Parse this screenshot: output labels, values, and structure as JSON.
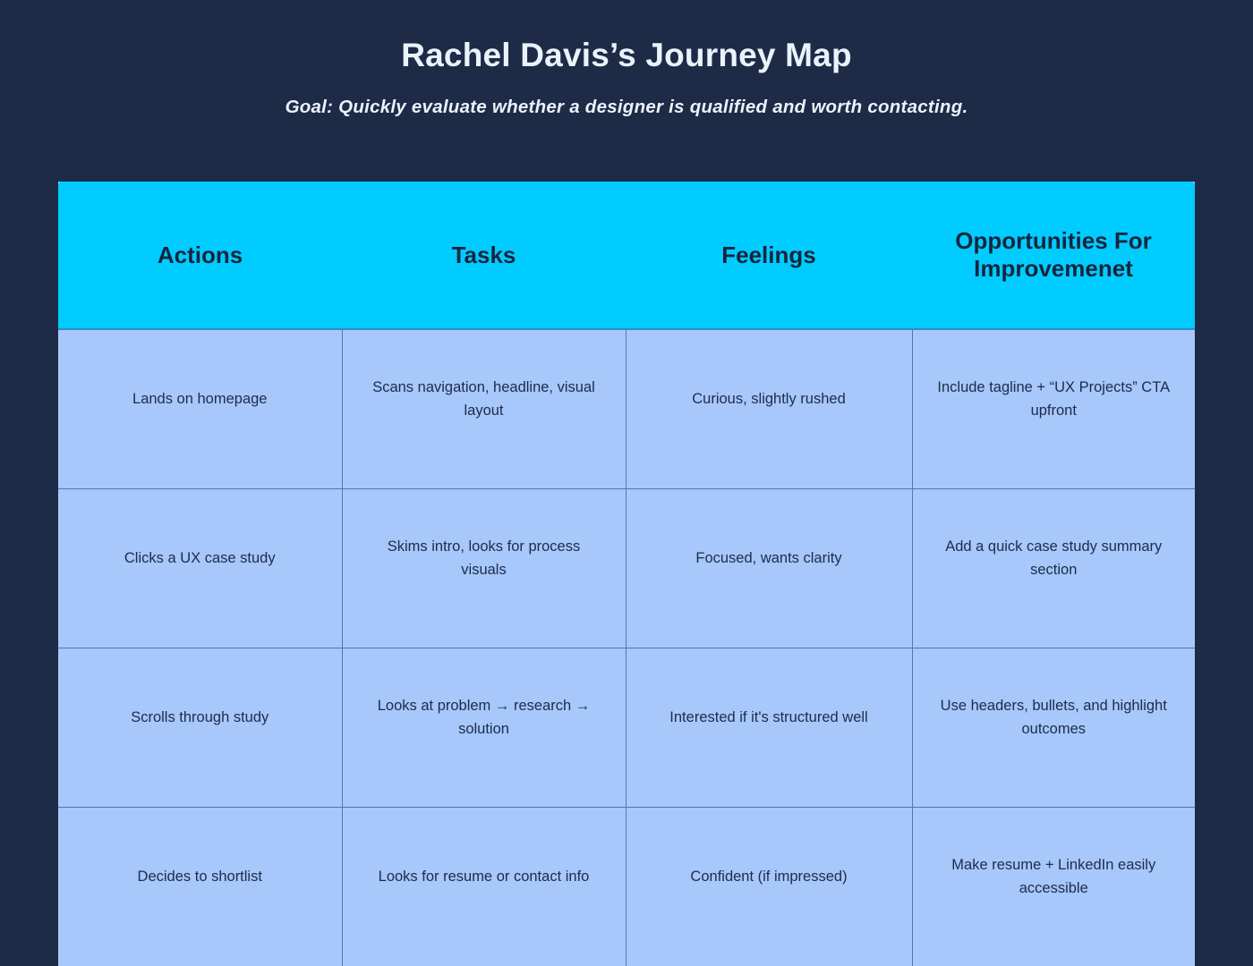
{
  "header": {
    "title": "Rachel Davis’s Journey Map",
    "subtitle": "Goal: Quickly evaluate whether a designer is qualified and worth contacting."
  },
  "colors": {
    "background": "#1d2b47",
    "header_row": "#00ccff",
    "body_cell": "#a8c7fa",
    "grid_line": "#4a7ab5",
    "title_text": "#eaf2fb",
    "cell_text": "#1c2c4c"
  },
  "table": {
    "columns": [
      "Actions",
      "Tasks",
      "Feelings",
      "Opportunities For Improvemenet"
    ],
    "rows": [
      {
        "actions": "Lands on homepage",
        "tasks": "Scans navigation, headline, visual layout",
        "feelings": "Curious, slightly rushed",
        "opportunities": "Include tagline + “UX Projects” CTA upfront"
      },
      {
        "actions": "Clicks a UX case study",
        "tasks": "Skims intro, looks for process visuals",
        "feelings": "Focused, wants clarity",
        "opportunities": "Add a quick case study summary section"
      },
      {
        "actions": "Scrolls through study",
        "tasks": "Looks at problem → research → solution",
        "feelings": "Interested if it's structured well",
        "opportunities": "Use headers, bullets, and highlight outcomes"
      },
      {
        "actions": "Decides to shortlist",
        "tasks": "Looks for resume or contact info",
        "feelings": "Confident (if impressed)",
        "opportunities": "Make resume + LinkedIn easily accessible"
      }
    ]
  }
}
